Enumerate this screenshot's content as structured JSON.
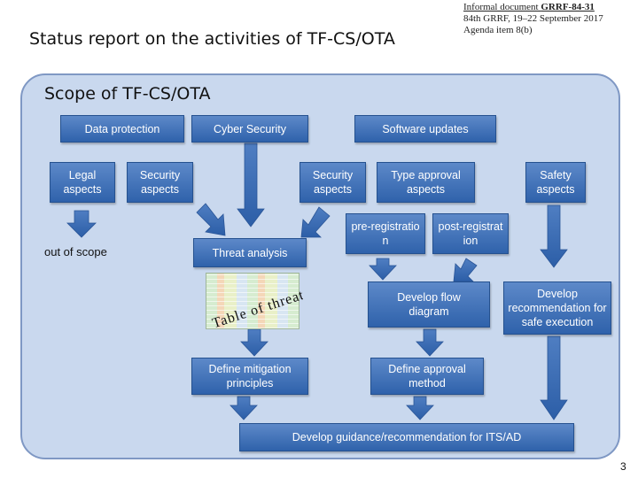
{
  "header": {
    "title": "Status report on the activities of TF-CS/OTA",
    "doc_ref_line1_prefix": "Informal document ",
    "doc_ref_line1_id": "GRRF-84-31",
    "doc_ref_line2": "84th GRRF, 19–22 September 2017",
    "doc_ref_line3": "Agenda item 8(b)"
  },
  "panel": {
    "heading": "Scope of TF-CS/OTA"
  },
  "boxes": {
    "data_protection": "Data protection",
    "cyber_security": "Cyber Security",
    "software_updates": "Software updates",
    "legal_aspects": "Legal aspects",
    "security_aspects_left": "Security aspects",
    "security_aspects_right": "Security aspects",
    "type_approval_aspects": "Type approval aspects",
    "safety_aspects": "Safety aspects",
    "threat_analysis": "Threat analysis",
    "pre_registration": "pre-registration",
    "post_registration": "post-registration",
    "develop_flow_diagram": "Develop flow diagram",
    "develop_recommendation": "Develop recommendation for safe execution",
    "define_mitigation": "Define mitigation principles",
    "define_approval": "Define approval method",
    "develop_guidance": "Develop guidance/recommendation for ITS/AD"
  },
  "labels": {
    "out_of_scope": "out of scope",
    "table_of_threats": "Table of threats"
  },
  "colors": {
    "panel_fill": "#c9d8ee",
    "box_fill": "#3c6db5",
    "arrow_fill": "#3c6db5"
  },
  "footer": {
    "page_number": "3"
  }
}
